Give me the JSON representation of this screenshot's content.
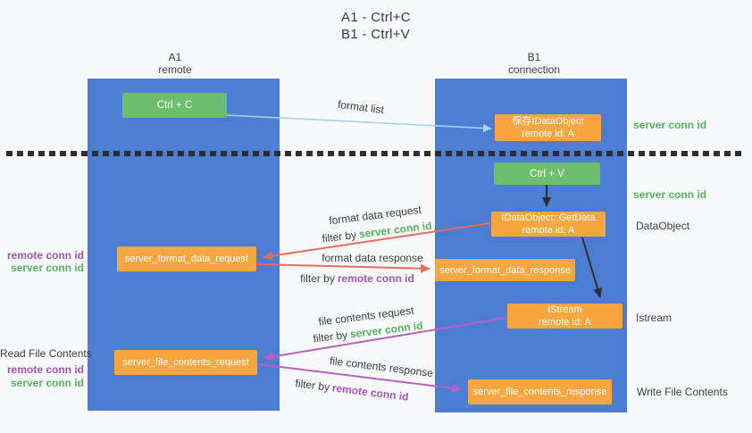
{
  "title": {
    "line1": "A1 - Ctrl+C",
    "line2": "B1 - Ctrl+V"
  },
  "lanes": {
    "a": {
      "name": "A1",
      "role": "remote"
    },
    "b": {
      "name": "B1",
      "role": "connection"
    }
  },
  "nodes": {
    "ctrl_c": {
      "label": "Ctrl + C"
    },
    "ctrl_v": {
      "label": "Ctrl + V"
    },
    "save_dataobject": {
      "line1": "保存IDataObject",
      "line2": "remote id: A"
    },
    "getdata": {
      "line1": "IDataObject::GetData",
      "line2": "remote id: A"
    },
    "istream": {
      "line1": "IStream",
      "line2": "remote id: A"
    },
    "format_request": {
      "label": "server_format_data_request"
    },
    "format_response": {
      "label": "server_format_data_response"
    },
    "file_request": {
      "label": "server_file_contents_request"
    },
    "file_response": {
      "label": "server_file_contents_response"
    }
  },
  "flow_labels": {
    "format_list": "format list",
    "format_data_request": "format data request",
    "format_data_request_filter": {
      "prefix": "filter by",
      "key": "server conn id"
    },
    "format_data_response": "format data response",
    "format_data_response_filter": {
      "prefix": "filter by",
      "key": "remote conn id"
    },
    "file_contents_request": "file contents request",
    "file_contents_request_filter": {
      "prefix": "filter by",
      "key": "server conn id"
    },
    "file_contents_response": "file contents response",
    "file_contents_response_filter": {
      "prefix": "filter by",
      "key": "remote conn id"
    }
  },
  "right_notes": {
    "server_conn_1": "server conn id",
    "server_conn_2": "server conn id",
    "dataobject": "DataObject",
    "istream": "Istream",
    "write_file": "Write File Contents"
  },
  "left_notes": {
    "remote_conn_1": "remote conn id",
    "server_conn_1": "server conn id",
    "read_file": "Read File Contents",
    "remote_conn_2": "remote conn id",
    "server_conn_2": "server conn id"
  },
  "colors": {
    "lane_blue": "#4d7dd2",
    "node_green": "#6cbe6f",
    "node_orange": "#f7a640",
    "arrow_red": "#e96b5e",
    "arrow_magenta": "#bb5ec2",
    "arrow_lightblue": "#a3d3f2",
    "arrow_black": "#2f2f2f",
    "text_green": "#55b35c",
    "text_purple": "#a552bd"
  }
}
